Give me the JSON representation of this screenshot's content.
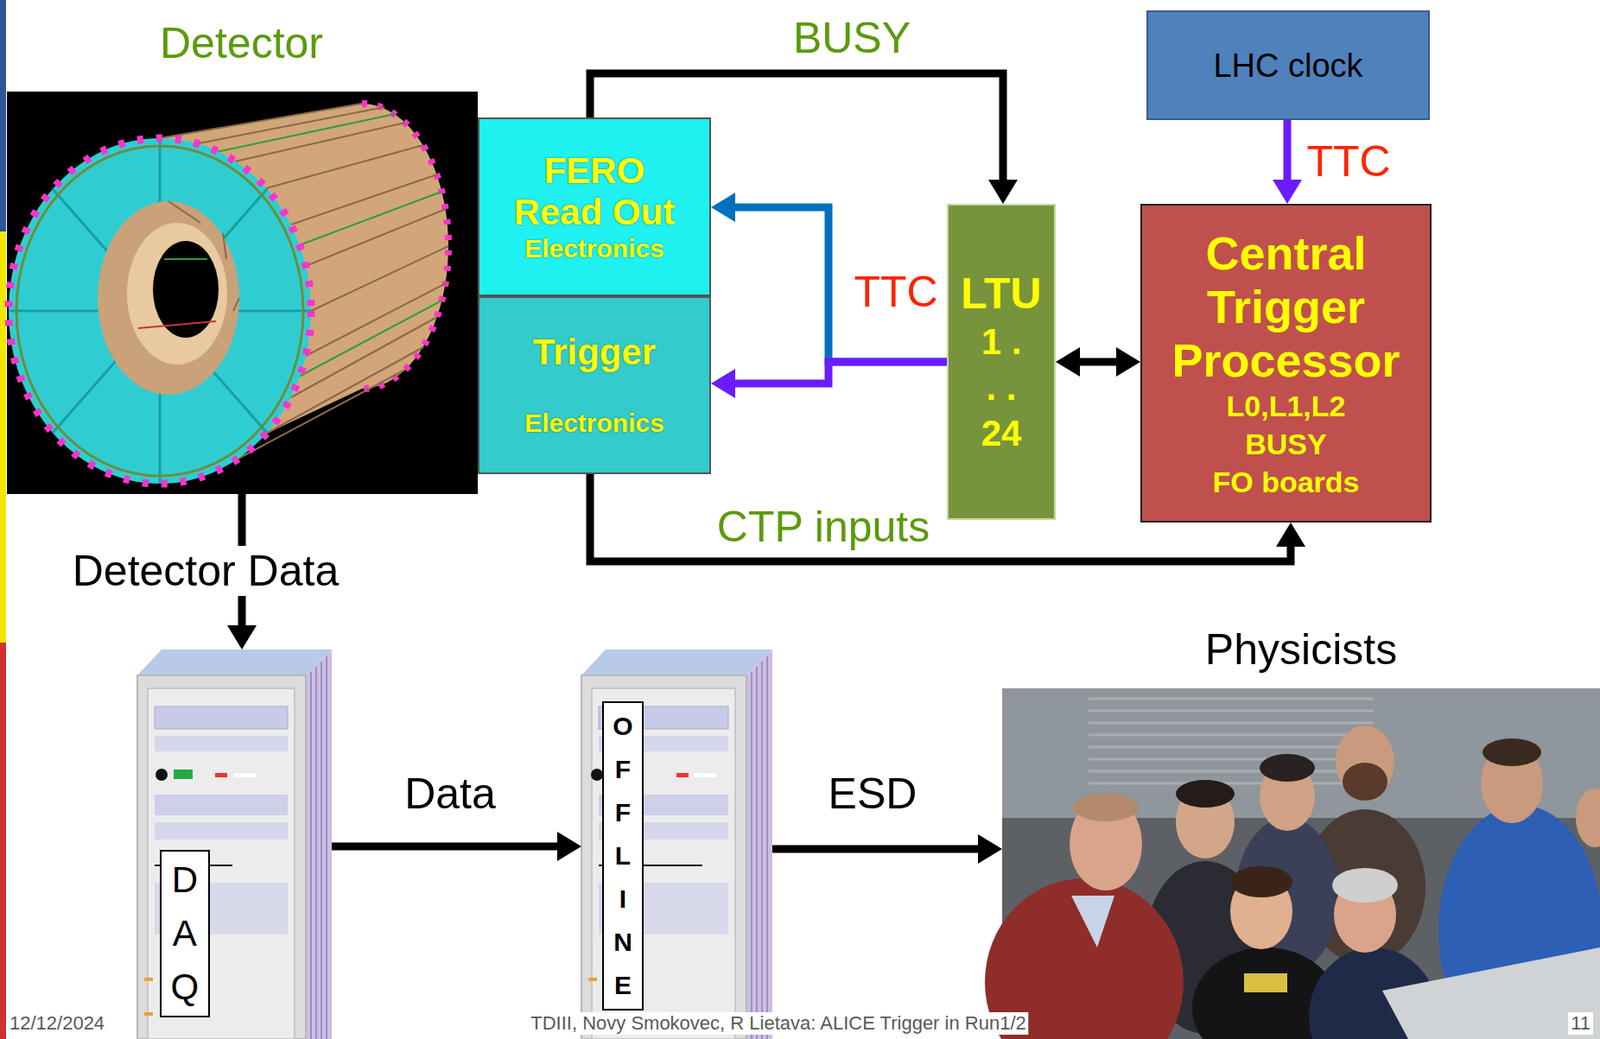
{
  "diagram": {
    "nodes": [
      {
        "text": [
          "Detector"
        ]
      },
      {
        "text": [
          "FERO Read Out",
          "Electronics"
        ]
      },
      {
        "text": [
          "Trigger",
          "Electronics"
        ]
      },
      {
        "text": [
          "LTU",
          "1 . . . 24"
        ]
      },
      {
        "text": [
          "LHC clock"
        ]
      },
      {
        "text": [
          "Central Trigger Processor",
          "L0,L1,L2",
          "BUSY",
          "FO boards"
        ]
      },
      {
        "text": [
          "DAQ"
        ]
      },
      {
        "text": [
          "OFFLINE"
        ]
      },
      {
        "text": [
          "Physicists"
        ]
      }
    ],
    "edges": [
      {
        "from": 0,
        "to": 6,
        "label": "Detector Data",
        "arrow": "to"
      },
      {
        "from": 6,
        "to": 7,
        "label": "Data",
        "arrow": "to"
      },
      {
        "from": 7,
        "to": 8,
        "label": "ESD",
        "arrow": "to"
      },
      {
        "from": 1,
        "to": 3,
        "label": "BUSY",
        "arrow": "to"
      },
      {
        "from": 3,
        "to": 1,
        "arrow": "to"
      },
      {
        "from": 3,
        "to": 2,
        "label": "TTC",
        "arrow": "to"
      },
      {
        "from": 3,
        "to": 5,
        "arrow": "both"
      },
      {
        "from": 2,
        "to": 5,
        "label": "CTP inputs",
        "arrow": "to"
      },
      {
        "from": 4,
        "to": 5,
        "label": "TTC",
        "arrow": "to"
      }
    ],
    "labels": [
      "12/12/2024",
      "TDIII, Novy Smokovec, R Lietava: ALICE Trigger in Run1/2",
      "11"
    ]
  }
}
